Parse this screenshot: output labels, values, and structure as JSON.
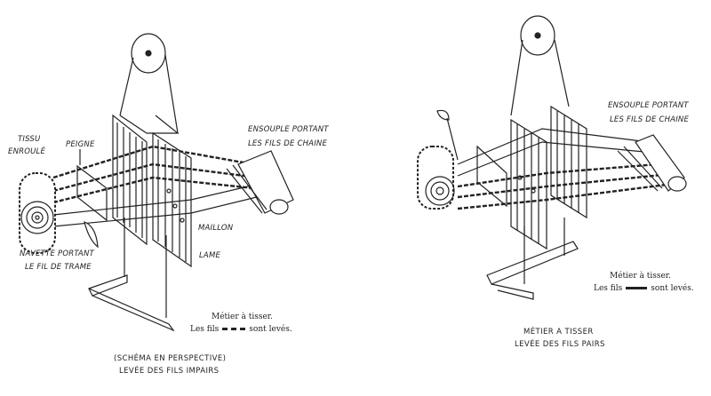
{
  "left_diagram": {
    "labels": {
      "tissu": "TISSU",
      "enroule": "ENROULÉ",
      "peigne": "PEIGNE",
      "ensouple_1": "ENSOUPLE PORTANT",
      "ensouple_2": "LES FILS DE CHAINE",
      "maillon": "MAILLON",
      "lame": "LAME",
      "navette_1": "NAVETTE PORTANT",
      "navette_2": "LE FIL DE TRAME"
    },
    "legend": {
      "line1": "Métier à tisser.",
      "prefix": "Les fils",
      "suffix": "sont levés."
    },
    "caption": {
      "line1": "(SCHÉMA EN PERSPECTIVE)",
      "line2": "LEVÉE DES FILS IMPAIRS"
    }
  },
  "right_diagram": {
    "labels": {
      "ensouple_1": "ENSOUPLE PORTANT",
      "ensouple_2": "LES FILS DE CHAINE"
    },
    "legend": {
      "line1": "Métier à tisser.",
      "prefix": "Les fils",
      "suffix": "sont levés."
    },
    "caption": {
      "line1": "MÉTIER A TISSER",
      "line2": "LEVÉE DES FILS PAIRS"
    }
  }
}
